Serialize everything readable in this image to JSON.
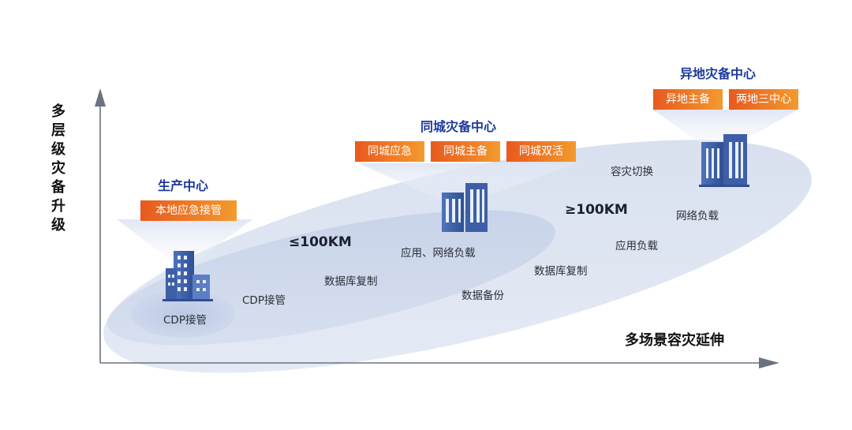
{
  "axes": {
    "y_title": "多层级灾备升级",
    "x_title": "多场景容灾延伸"
  },
  "centers": {
    "production": {
      "title": "生产中心",
      "tags": [
        "本地应急接管"
      ],
      "inner_label": "CDP接管"
    },
    "same_city": {
      "title": "同城灾备中心",
      "tags": [
        "同城应急",
        "同城主备",
        "同城双活"
      ],
      "distance": "≤100KM",
      "inner_label": "应用、网络负载"
    },
    "remote": {
      "title": "异地灾备中心",
      "tags": [
        "异地主备",
        "两地三中心"
      ],
      "distance": "≥100KM",
      "inner_label": "网络负载"
    }
  },
  "capabilities": {
    "cdp_takeover": "CDP接管",
    "db_replication_1": "数据库复制",
    "data_backup": "数据备份",
    "db_replication_2": "数据库复制",
    "app_load": "应用负载",
    "dr_switch": "容灾切换"
  },
  "colors": {
    "axis": "#6b7280",
    "title_blue": "#1e3a9c",
    "tag_start": "#e8591f",
    "tag_end": "#f39a2e",
    "ellipse": "#dbe3f1",
    "building": "#3e5fa8"
  }
}
